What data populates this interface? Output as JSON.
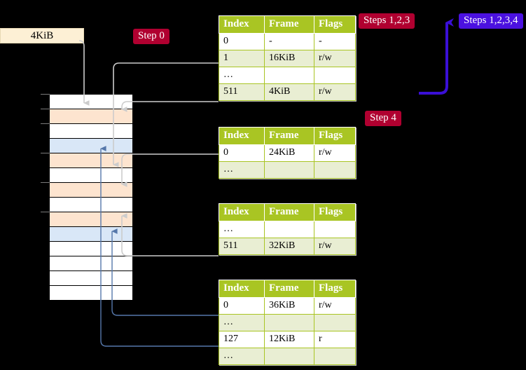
{
  "labels": {
    "size_box": "4KiB",
    "step0": "Step 0",
    "steps123": "Steps 1,2,3",
    "steps1234": "Steps 1,2,3,4",
    "step4": "Step 4"
  },
  "colors": {
    "background": "#000000",
    "table_header": "#a9c523",
    "table_alt_row": "#e9eed3",
    "highlight": "#fdfda0",
    "chip_red": "#b00030",
    "chip_blue": "#4b11e0",
    "mem_orange": "#fde4cf",
    "mem_blue": "#d9e7f7",
    "size_box": "#fdf0d5",
    "connector_grey": "#c9c9c9",
    "connector_blue": "#5577aa",
    "arrow_purple": "#3a0fd6"
  },
  "columns": [
    "Index",
    "Frame",
    "Flags"
  ],
  "tables": [
    {
      "name": "pml4-table",
      "rows": [
        {
          "index": "0",
          "frame": "-",
          "flags": "-",
          "alt": false,
          "highlight": false
        },
        {
          "index": "1",
          "frame": "16KiB",
          "flags": "r/w",
          "alt": true,
          "highlight": false
        },
        {
          "index": "…",
          "frame": "",
          "flags": "",
          "alt": false,
          "highlight": false
        },
        {
          "index": "511",
          "frame": "4KiB",
          "flags": "r/w",
          "alt": true,
          "highlight": true
        }
      ]
    },
    {
      "name": "pdpt-table",
      "rows": [
        {
          "index": "0",
          "frame": "24KiB",
          "flags": "r/w",
          "alt": false,
          "highlight": false
        },
        {
          "index": "…",
          "frame": "",
          "flags": "",
          "alt": true,
          "highlight": false
        }
      ]
    },
    {
      "name": "pd-table",
      "rows": [
        {
          "index": "…",
          "frame": "",
          "flags": "",
          "alt": false,
          "highlight": false
        },
        {
          "index": "511",
          "frame": "32KiB",
          "flags": "r/w",
          "alt": true,
          "highlight": false
        }
      ]
    },
    {
      "name": "pt-table",
      "rows": [
        {
          "index": "0",
          "frame": "36KiB",
          "flags": "r/w",
          "alt": false,
          "highlight": false
        },
        {
          "index": "…",
          "frame": "",
          "flags": "",
          "alt": true,
          "highlight": false
        },
        {
          "index": "127",
          "frame": "12KiB",
          "flags": "r",
          "alt": false,
          "highlight": false
        },
        {
          "index": "…",
          "frame": "",
          "flags": "",
          "alt": true,
          "highlight": false
        }
      ]
    }
  ],
  "memory": {
    "rows": [
      {
        "fill": "white"
      },
      {
        "fill": "orange"
      },
      {
        "fill": "white"
      },
      {
        "fill": "blue"
      },
      {
        "fill": "orange"
      },
      {
        "fill": "white"
      },
      {
        "fill": "orange"
      },
      {
        "fill": "white"
      },
      {
        "fill": "orange"
      },
      {
        "fill": "blue"
      },
      {
        "fill": "white"
      },
      {
        "fill": "white"
      },
      {
        "fill": "white"
      },
      {
        "fill": "white"
      }
    ],
    "ticks": [
      0,
      1,
      2,
      4,
      6,
      8
    ]
  }
}
